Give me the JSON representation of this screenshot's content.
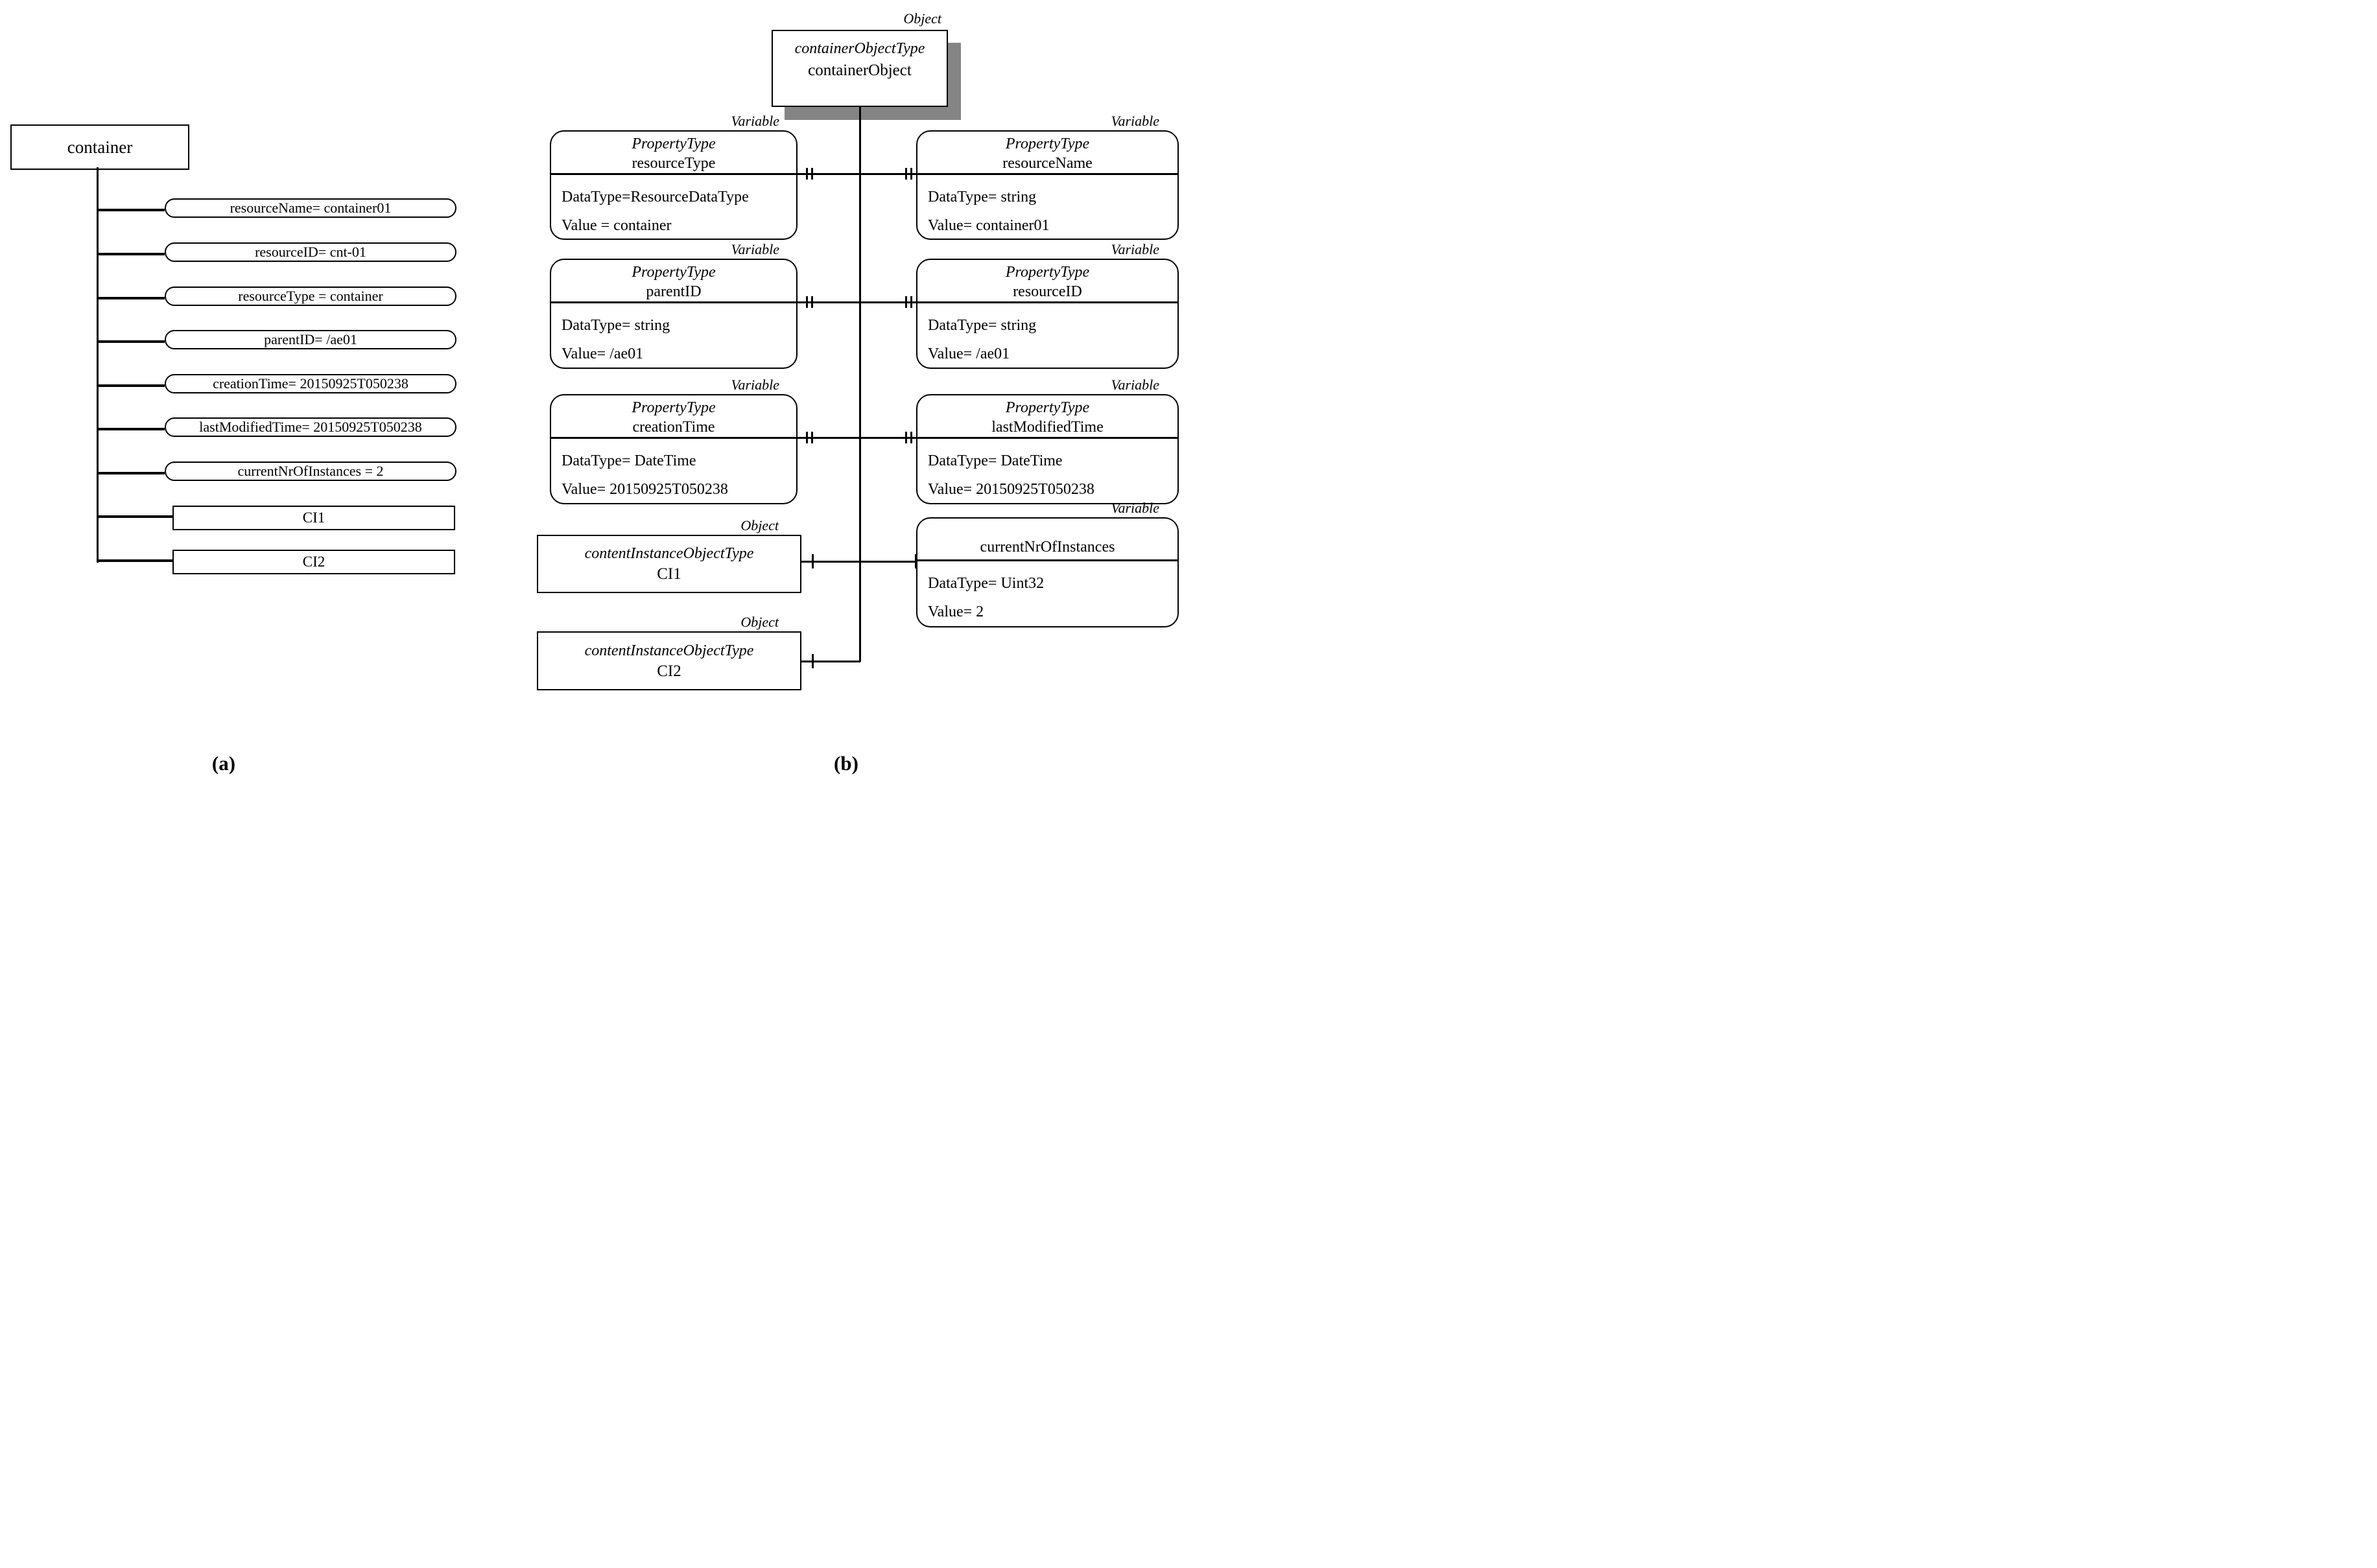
{
  "labels": {
    "a": "(a)",
    "b": "(b)"
  },
  "tree": {
    "root": "container",
    "attributes": [
      "resourceName= container01",
      "resourceID= cnt-01",
      "resourceType = container",
      "parentID= /ae01",
      "creationTime= 20150925T050238",
      "lastModifiedTime= 20150925T050238",
      "currentNrOfInstances = 2"
    ],
    "children": [
      "CI1",
      "CI2"
    ]
  },
  "object_model": {
    "root": {
      "stereotype": "Object",
      "type": "containerObjectType",
      "name": "containerObject"
    },
    "left": [
      {
        "stereotype": "Variable",
        "header": "PropertyType",
        "name": "resourceType",
        "line1": "DataType=ResourceDataType",
        "line2": "Value = container"
      },
      {
        "stereotype": "Variable",
        "header": "PropertyType",
        "name": "parentID",
        "line1": "DataType= string",
        "line2": "Value= /ae01"
      },
      {
        "stereotype": "Variable",
        "header": "PropertyType",
        "name": "creationTime",
        "line1": "DataType= DateTime",
        "line2": "Value= 20150925T050238"
      },
      {
        "stereotype": "Object",
        "header": "contentInstanceObjectType",
        "name": "CI1"
      },
      {
        "stereotype": "Object",
        "header": "contentInstanceObjectType",
        "name": "CI2"
      }
    ],
    "right": [
      {
        "stereotype": "Variable",
        "header": "PropertyType",
        "name": "resourceName",
        "line1": "DataType= string",
        "line2": "Value= container01"
      },
      {
        "stereotype": "Variable",
        "header": "PropertyType",
        "name": "resourceID",
        "line1": "DataType= string",
        "line2": "Value= /ae01"
      },
      {
        "stereotype": "Variable",
        "header": "PropertyType",
        "name": "lastModifiedTime",
        "line1": "DataType= DateTime",
        "line2": "Value= 20150925T050238"
      },
      {
        "stereotype": "Variable",
        "header": "",
        "name": "currentNrOfInstances",
        "line1": "DataType= Uint32",
        "line2": "Value= 2"
      }
    ]
  }
}
